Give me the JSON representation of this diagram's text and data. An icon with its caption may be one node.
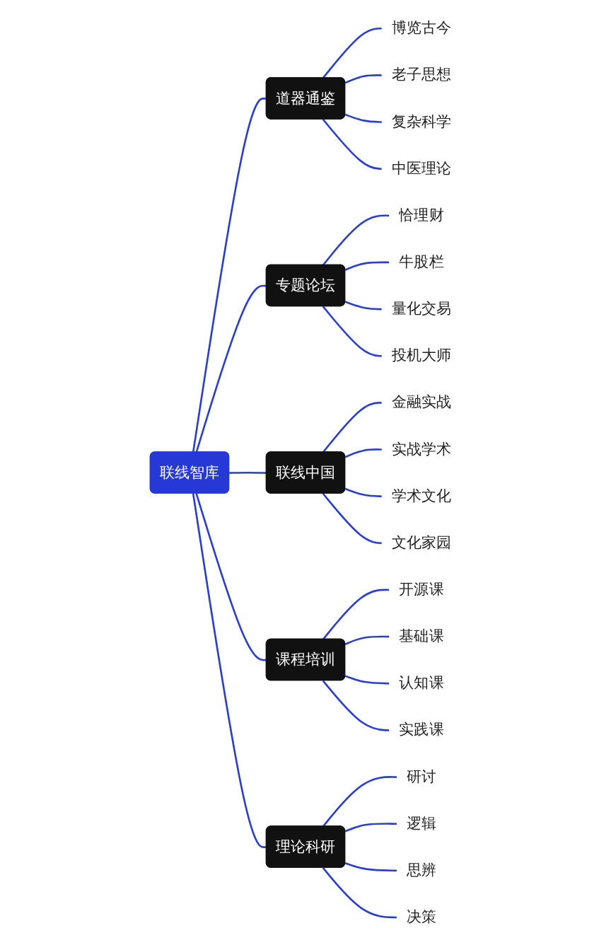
{
  "diagram": {
    "nodes": [
      {
        "text": [
          "联线智库"
        ]
      },
      {
        "text": [
          "道器通鉴"
        ]
      },
      {
        "text": [
          "博览古今"
        ]
      },
      {
        "text": [
          "老子思想"
        ]
      },
      {
        "text": [
          "复杂科学"
        ]
      },
      {
        "text": [
          "中医理论"
        ]
      },
      {
        "text": [
          "专题论坛"
        ]
      },
      {
        "text": [
          "恰理财"
        ]
      },
      {
        "text": [
          "牛股栏"
        ]
      },
      {
        "text": [
          "量化交易"
        ]
      },
      {
        "text": [
          "投机大师"
        ]
      },
      {
        "text": [
          "联线中国"
        ]
      },
      {
        "text": [
          "金融实战"
        ]
      },
      {
        "text": [
          "实战学术"
        ]
      },
      {
        "text": [
          "学术文化"
        ]
      },
      {
        "text": [
          "文化家园"
        ]
      },
      {
        "text": [
          "课程培训"
        ]
      },
      {
        "text": [
          "开源课"
        ]
      },
      {
        "text": [
          "基础课"
        ]
      },
      {
        "text": [
          "认知课"
        ]
      },
      {
        "text": [
          "实践课"
        ]
      },
      {
        "text": [
          "理论科研"
        ]
      },
      {
        "text": [
          "研讨"
        ]
      },
      {
        "text": [
          "逻辑"
        ]
      },
      {
        "text": [
          "思辨"
        ]
      },
      {
        "text": [
          "决策"
        ]
      }
    ],
    "edges": [
      {
        "from": 0,
        "to": 1,
        "arrow": "none"
      },
      {
        "from": 1,
        "to": 2,
        "arrow": "none"
      },
      {
        "from": 1,
        "to": 3,
        "arrow": "none"
      },
      {
        "from": 1,
        "to": 4,
        "arrow": "none"
      },
      {
        "from": 1,
        "to": 5,
        "arrow": "none"
      },
      {
        "from": 0,
        "to": 6,
        "arrow": "none"
      },
      {
        "from": 6,
        "to": 7,
        "arrow": "none"
      },
      {
        "from": 6,
        "to": 8,
        "arrow": "none"
      },
      {
        "from": 6,
        "to": 9,
        "arrow": "none"
      },
      {
        "from": 6,
        "to": 10,
        "arrow": "none"
      },
      {
        "from": 0,
        "to": 11,
        "arrow": "none"
      },
      {
        "from": 11,
        "to": 12,
        "arrow": "none"
      },
      {
        "from": 11,
        "to": 13,
        "arrow": "none"
      },
      {
        "from": 11,
        "to": 14,
        "arrow": "none"
      },
      {
        "from": 11,
        "to": 15,
        "arrow": "none"
      },
      {
        "from": 0,
        "to": 16,
        "arrow": "none"
      },
      {
        "from": 16,
        "to": 17,
        "arrow": "none"
      },
      {
        "from": 16,
        "to": 18,
        "arrow": "none"
      },
      {
        "from": 16,
        "to": 19,
        "arrow": "none"
      },
      {
        "from": 16,
        "to": 20,
        "arrow": "none"
      },
      {
        "from": 0,
        "to": 21,
        "arrow": "none"
      },
      {
        "from": 21,
        "to": 22,
        "arrow": "none"
      },
      {
        "from": 21,
        "to": 23,
        "arrow": "none"
      },
      {
        "from": 21,
        "to": 24,
        "arrow": "none"
      },
      {
        "from": 21,
        "to": 25,
        "arrow": "none"
      }
    ]
  }
}
